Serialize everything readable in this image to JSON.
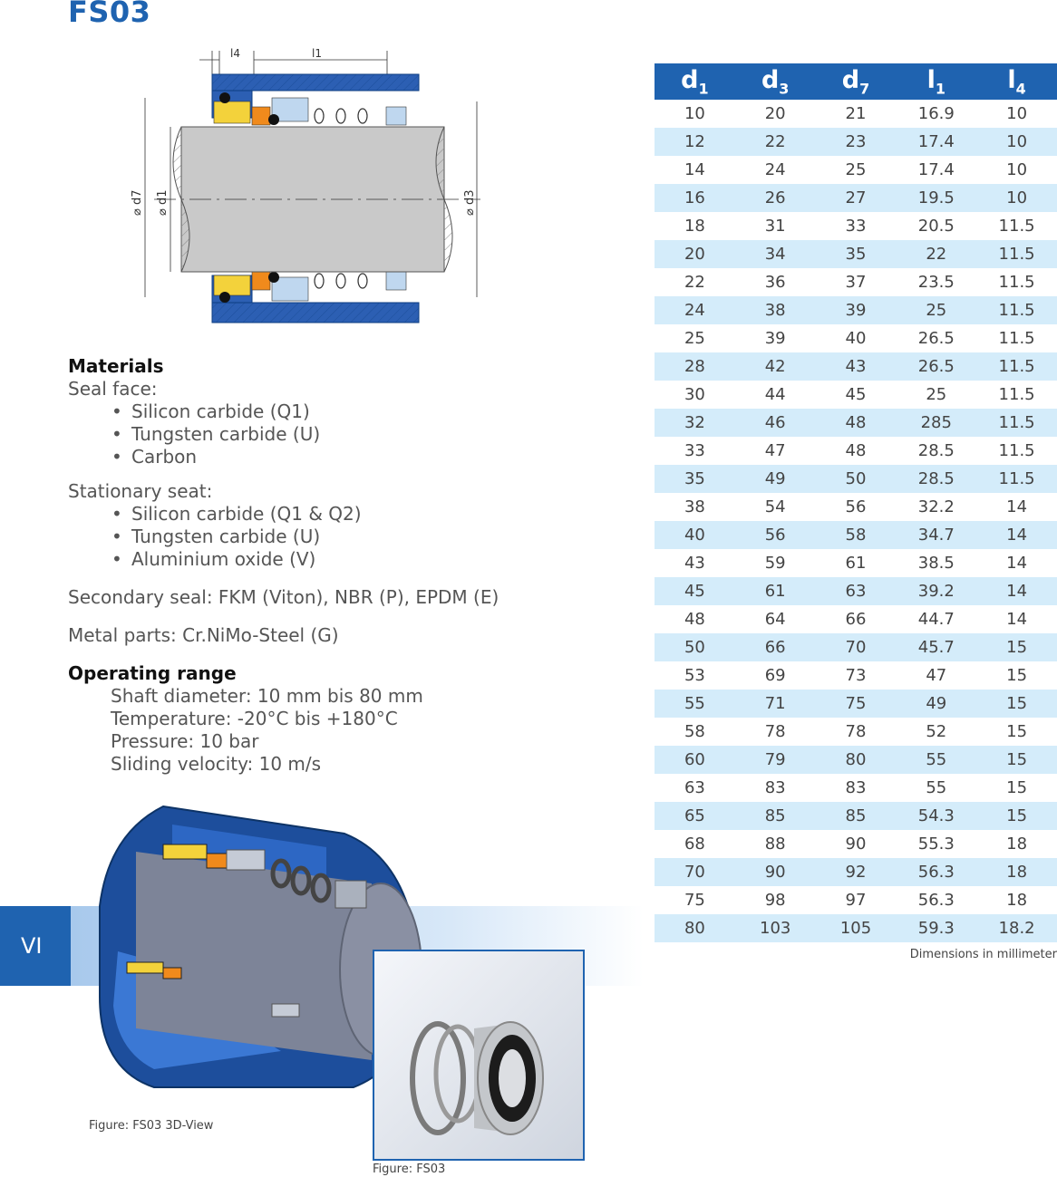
{
  "page": {
    "title": "FS03",
    "section_tab": "VI"
  },
  "drawing": {
    "labels": [
      "l4",
      "l1",
      "d7",
      "d1",
      "d3"
    ]
  },
  "materials": {
    "heading": "Materials",
    "seal_face_label": "Seal face:",
    "seal_face": [
      "Silicon carbide (Q1)",
      "Tungsten carbide (U)",
      "Carbon"
    ],
    "stationary_seat_label": "Stationary seat:",
    "stationary_seat": [
      "Silicon carbide (Q1 & Q2)",
      "Tungsten carbide (U)",
      "Aluminium oxide (V)"
    ],
    "secondary_seal": "Secondary seal: FKM (Viton), NBR (P), EPDM (E)",
    "metal_parts": "Metal parts: Cr.NiMo-Steel (G)"
  },
  "operating_range": {
    "heading": "Operating range",
    "items": [
      "Shaft diameter: 10 mm bis 80 mm",
      "Temperature: -20°C bis +180°C",
      "Pressure: 10 bar",
      "Sliding velocity: 10 m/s"
    ]
  },
  "table": {
    "headers": [
      {
        "base": "d",
        "sub": "1"
      },
      {
        "base": "d",
        "sub": "3"
      },
      {
        "base": "d",
        "sub": "7"
      },
      {
        "base": "l",
        "sub": "1"
      },
      {
        "base": "l",
        "sub": "4"
      }
    ],
    "rows": [
      [
        "10",
        "20",
        "21",
        "16.9",
        "10"
      ],
      [
        "12",
        "22",
        "23",
        "17.4",
        "10"
      ],
      [
        "14",
        "24",
        "25",
        "17.4",
        "10"
      ],
      [
        "16",
        "26",
        "27",
        "19.5",
        "10"
      ],
      [
        "18",
        "31",
        "33",
        "20.5",
        "11.5"
      ],
      [
        "20",
        "34",
        "35",
        "22",
        "11.5"
      ],
      [
        "22",
        "36",
        "37",
        "23.5",
        "11.5"
      ],
      [
        "24",
        "38",
        "39",
        "25",
        "11.5"
      ],
      [
        "25",
        "39",
        "40",
        "26.5",
        "11.5"
      ],
      [
        "28",
        "42",
        "43",
        "26.5",
        "11.5"
      ],
      [
        "30",
        "44",
        "45",
        "25",
        "11.5"
      ],
      [
        "32",
        "46",
        "48",
        "285",
        "11.5"
      ],
      [
        "33",
        "47",
        "48",
        "28.5",
        "11.5"
      ],
      [
        "35",
        "49",
        "50",
        "28.5",
        "11.5"
      ],
      [
        "38",
        "54",
        "56",
        "32.2",
        "14"
      ],
      [
        "40",
        "56",
        "58",
        "34.7",
        "14"
      ],
      [
        "43",
        "59",
        "61",
        "38.5",
        "14"
      ],
      [
        "45",
        "61",
        "63",
        "39.2",
        "14"
      ],
      [
        "48",
        "64",
        "66",
        "44.7",
        "14"
      ],
      [
        "50",
        "66",
        "70",
        "45.7",
        "15"
      ],
      [
        "53",
        "69",
        "73",
        "47",
        "15"
      ],
      [
        "55",
        "71",
        "75",
        "49",
        "15"
      ],
      [
        "58",
        "78",
        "78",
        "52",
        "15"
      ],
      [
        "60",
        "79",
        "80",
        "55",
        "15"
      ],
      [
        "63",
        "83",
        "83",
        "55",
        "15"
      ],
      [
        "65",
        "85",
        "85",
        "54.3",
        "15"
      ],
      [
        "68",
        "88",
        "90",
        "55.3",
        "18"
      ],
      [
        "70",
        "90",
        "92",
        "56.3",
        "18"
      ],
      [
        "75",
        "98",
        "97",
        "56.3",
        "18"
      ],
      [
        "80",
        "103",
        "105",
        "59.3",
        "18.2"
      ]
    ],
    "note": "Dimensions in millimeter"
  },
  "figures": {
    "caption_3d": "Figure:  FS03 3D-View",
    "caption_photo": "Figure:  FS03"
  },
  "colors": {
    "brand_blue": "#1f63b0",
    "row_stripe": "#d4ecfa",
    "face_yellow": "#f3d23b",
    "seat_orange": "#f08a1c",
    "shaft_grey": "#c9c9c9"
  }
}
